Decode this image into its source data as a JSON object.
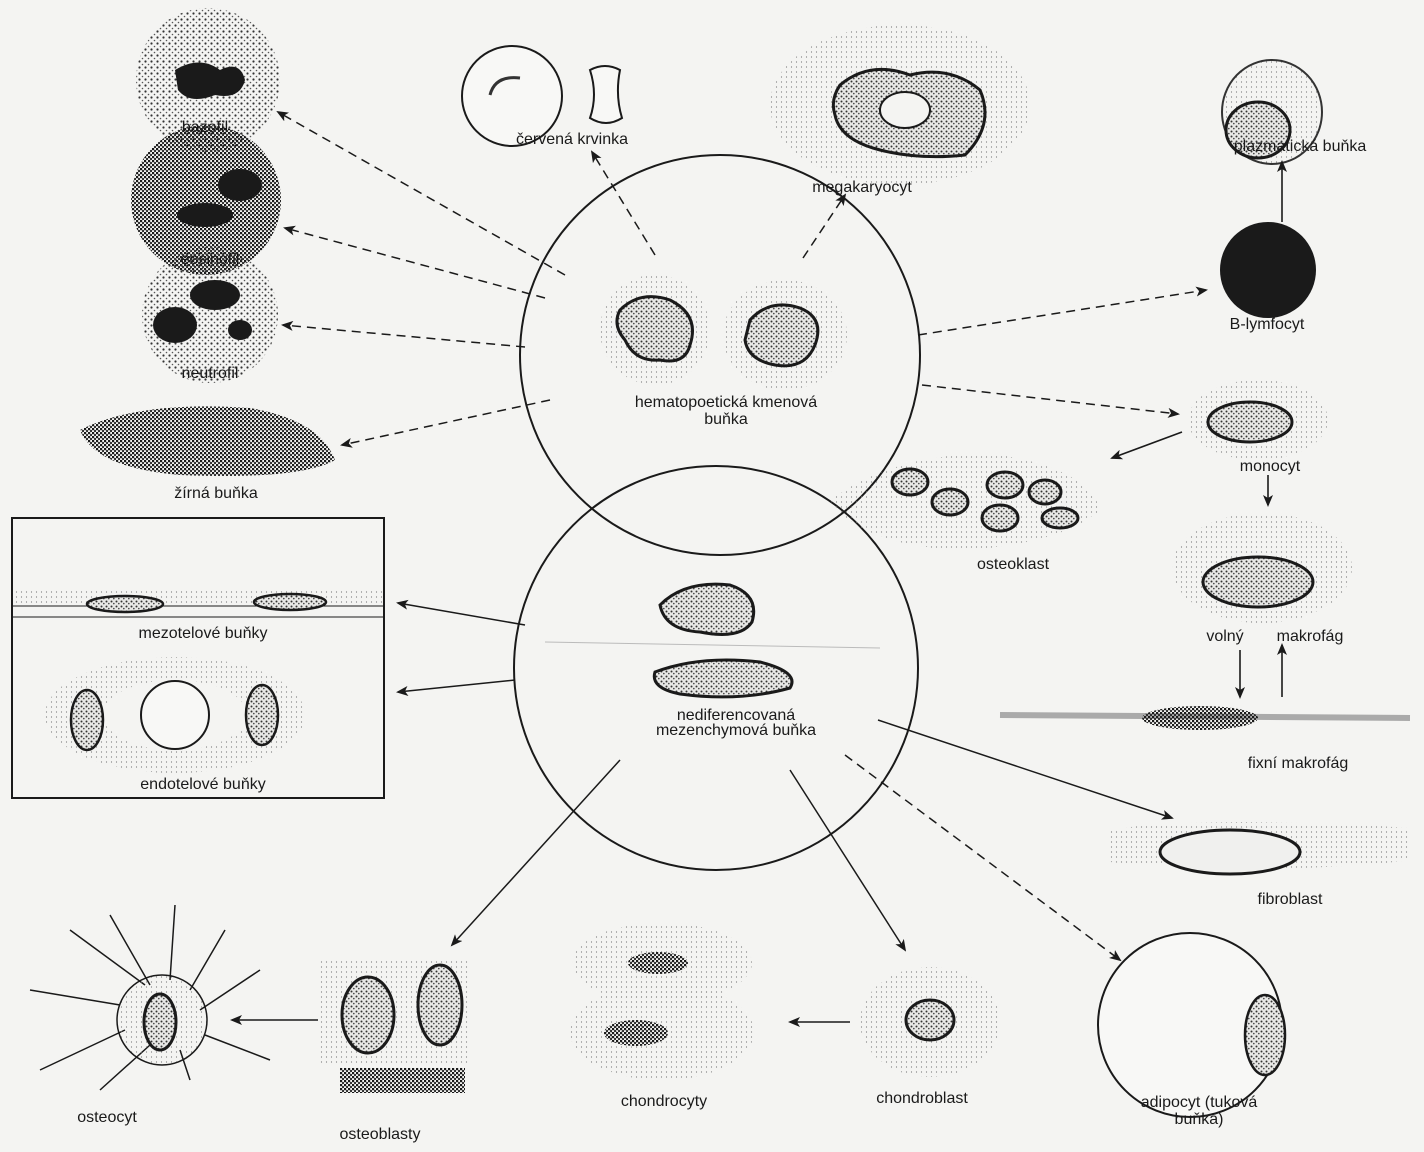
{
  "labels": {
    "bazofil": "bazofil",
    "cervena": "červená krvinka",
    "megakaryocyt": "megakaryocyt",
    "plazmaticka": "plazmatická buňka",
    "eosinofil": "eosinofil",
    "neutrofil": "neutrofil",
    "blymfocyt": "B-lymfocyt",
    "hsc_line1": "hematopoetická kmenová",
    "hsc_line2": "buňka",
    "zirna": "žírná buňka",
    "monocyt": "monocyt",
    "osteoklast": "osteoklast",
    "mezotelove": "mezotelové buňky",
    "volny": "volný",
    "makrofag": "makrofág",
    "endotelove": "endotelové buňky",
    "msc_line1": "nediferencovaná",
    "msc_line2": "mezenchymová buňka",
    "fixni": "fixní makrofág",
    "fibroblast": "fibroblast",
    "osteocyt": "osteocyt",
    "osteoblasty": "osteoblasty",
    "chondrocyty": "chondrocyty",
    "chondroblast": "chondroblast",
    "adipocyt_line1": "adipocyt (tuková",
    "adipocyt_line2": "buňka)"
  },
  "colors": {
    "ink": "#1a1a1a",
    "paper": "#f4f4f2"
  }
}
